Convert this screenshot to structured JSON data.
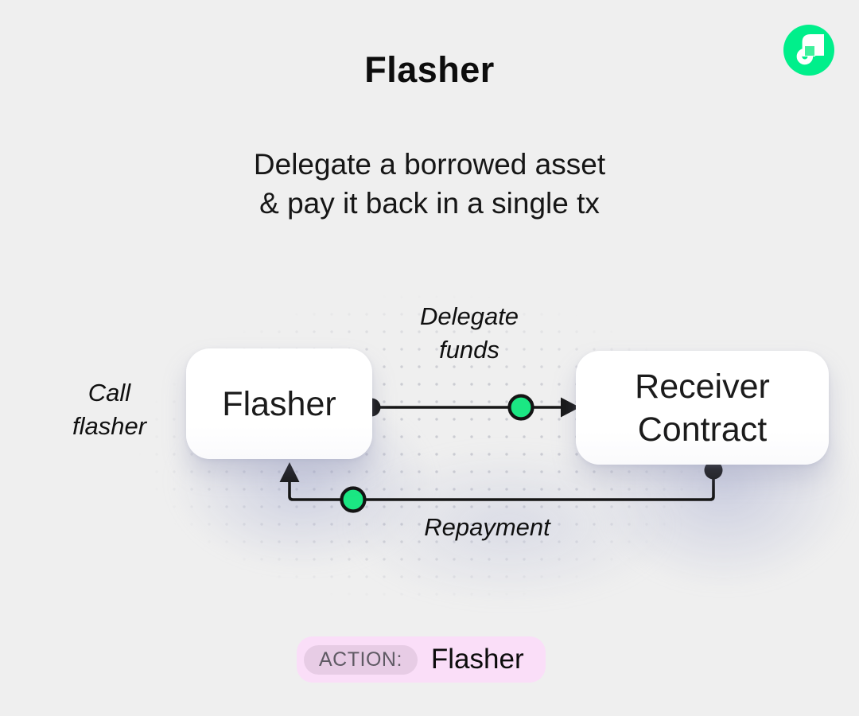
{
  "page": {
    "title": "Flasher",
    "subtitle": "Delegate a borrowed asset\n& pay it back in a single tx"
  },
  "logo": {
    "name": "flow-logo",
    "brand_green": "#00ef8b",
    "notch_green": "#3ff09c"
  },
  "diagram": {
    "nodes": [
      {
        "id": "flasher",
        "label": "Flasher"
      },
      {
        "id": "receiver",
        "label": "Receiver\nContract"
      }
    ],
    "edges": [
      {
        "id": "delegate",
        "label": "Delegate\nfunds"
      },
      {
        "id": "call",
        "label": "Call\nflasher"
      },
      {
        "id": "repayment",
        "label": "Repayment"
      }
    ],
    "colors": {
      "line": "#161616",
      "token_green": "#1be783",
      "node_bg": "#ffffff"
    }
  },
  "action_badge": {
    "prefix": "ACTION:",
    "value": "Flasher",
    "bg": "#fadef8",
    "prefix_bg": "#e7cce5"
  }
}
